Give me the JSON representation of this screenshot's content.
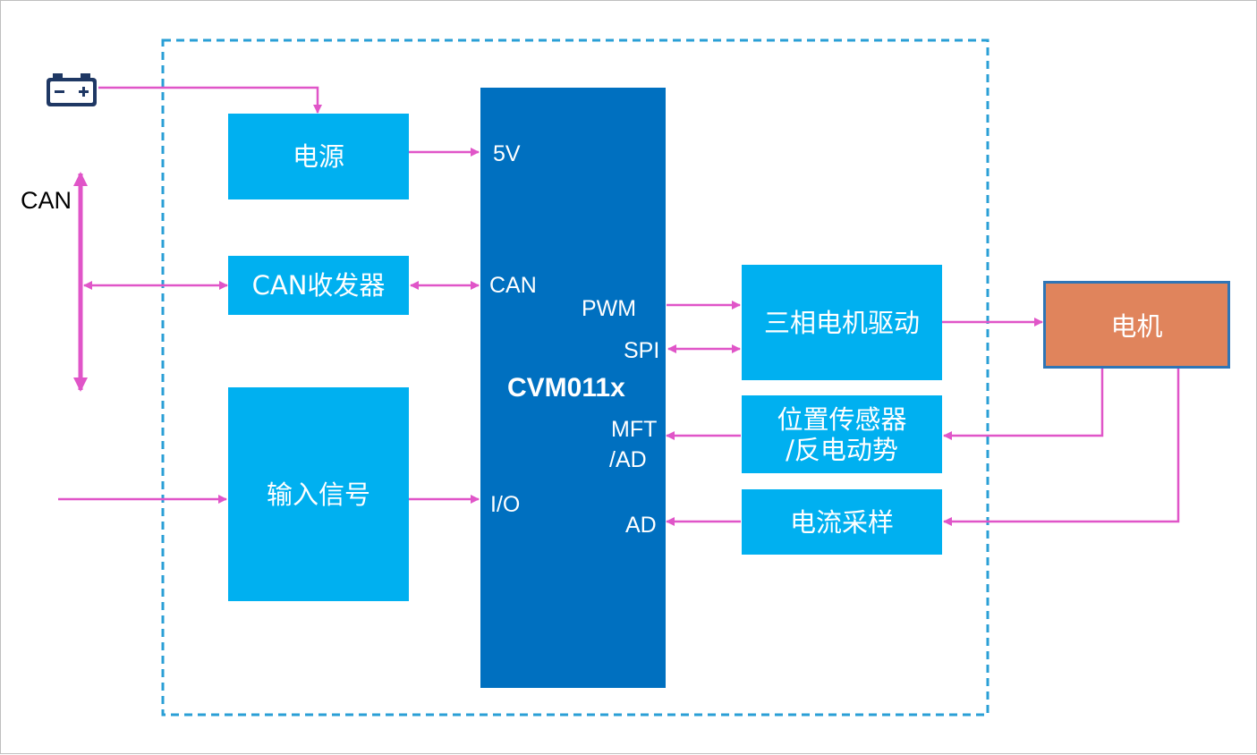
{
  "external": {
    "can_label": "CAN"
  },
  "blocks": {
    "power": "电源",
    "can_transceiver": "CAN收发器",
    "input_signal": "输入信号",
    "driver": "三相电机驱动",
    "position_sensor_line1": "位置传感器",
    "position_sensor_line2": "/反电动势",
    "current_sampling": "电流采样",
    "motor": "电机"
  },
  "mcu": {
    "name": "CVM011x",
    "pins": {
      "v5": "5V",
      "can": "CAN",
      "io": "I/O",
      "pwm": "PWM",
      "spi": "SPI",
      "mft_line1": "MFT",
      "mft_line2": "/AD",
      "ad": "AD"
    }
  },
  "icons": {
    "battery": "battery-icon"
  },
  "colors": {
    "block_fill": "#00b0f0",
    "mcu_fill": "#0070c0",
    "motor_fill": "#e0845c",
    "motor_border": "#2e75b6",
    "wire": "#e055c8",
    "boundary": "#2a9fd6"
  }
}
